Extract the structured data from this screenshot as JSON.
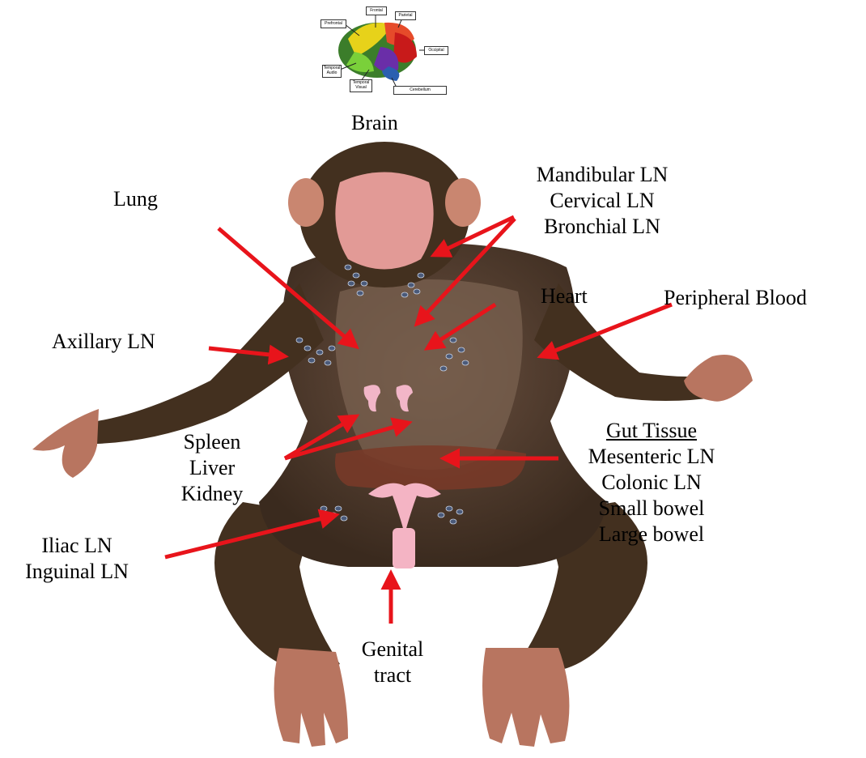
{
  "brain": {
    "caption": "Brain",
    "regions": {
      "prefrontal": "Prefrontal",
      "frontal": "Frontal",
      "parietal": "Parietal",
      "occipital": "Occipital",
      "temporal_audio": "Temporal Audio",
      "temporal_visual": "Temporal Visual",
      "cerebellum": "Cerebellum"
    }
  },
  "labels": {
    "lung": "Lung",
    "mandibular_ln": "Mandibular LN",
    "cervical_ln": "Cervical LN",
    "bronchial_ln": "Bronchial LN",
    "heart": "Heart",
    "peripheral_blood": "Peripheral Blood",
    "axillary_ln": "Axillary LN",
    "spleen": "Spleen",
    "liver": "Liver",
    "kidney": "Kidney",
    "gut_tissue": "Gut Tissue",
    "mesenteric_ln": "Mesenteric LN",
    "colonic_ln": "Colonic LN",
    "small_bowel": "Small bowel",
    "large_bowel": "Large bowel",
    "iliac_ln": "Iliac LN",
    "inguinal_ln": "Inguinal LN",
    "genital": "Genital",
    "tract": "tract"
  },
  "colors": {
    "arrow": "#e8141b",
    "fur": "#4a3525",
    "skin": "#c98670",
    "organ_pink": "#f2b6c8",
    "lymph_node": "#4a5a7a"
  }
}
